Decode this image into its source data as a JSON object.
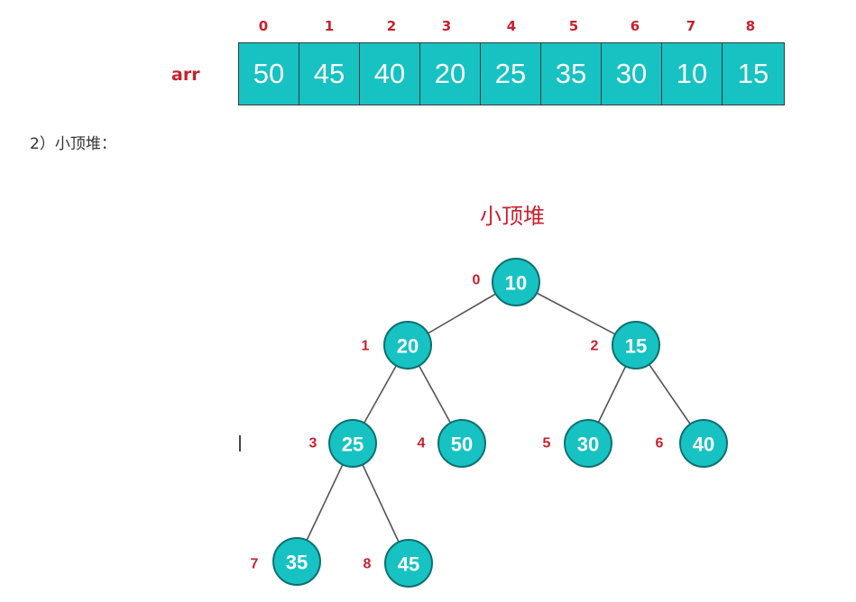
{
  "array": {
    "label": "arr",
    "indices": [
      "0",
      "1",
      "2",
      "3",
      "4",
      "5",
      "6",
      "7",
      "8"
    ],
    "values": [
      "50",
      "45",
      "40",
      "20",
      "25",
      "35",
      "30",
      "10",
      "15"
    ]
  },
  "subtitle": {
    "number": "2）",
    "text": "小顶堆："
  },
  "tree": {
    "title": "小顶堆",
    "nodes": [
      {
        "index": "0",
        "value": "10"
      },
      {
        "index": "1",
        "value": "20"
      },
      {
        "index": "2",
        "value": "15"
      },
      {
        "index": "3",
        "value": "25"
      },
      {
        "index": "4",
        "value": "50"
      },
      {
        "index": "5",
        "value": "30"
      },
      {
        "index": "6",
        "value": "40"
      },
      {
        "index": "7",
        "value": "35"
      },
      {
        "index": "8",
        "value": "45"
      }
    ],
    "edges": [
      [
        0,
        1
      ],
      [
        0,
        2
      ],
      [
        1,
        3
      ],
      [
        1,
        4
      ],
      [
        2,
        5
      ],
      [
        2,
        6
      ],
      [
        3,
        7
      ],
      [
        3,
        8
      ]
    ]
  },
  "colors": {
    "node_fill": "#16c2c2",
    "index_red": "#c8202f"
  }
}
